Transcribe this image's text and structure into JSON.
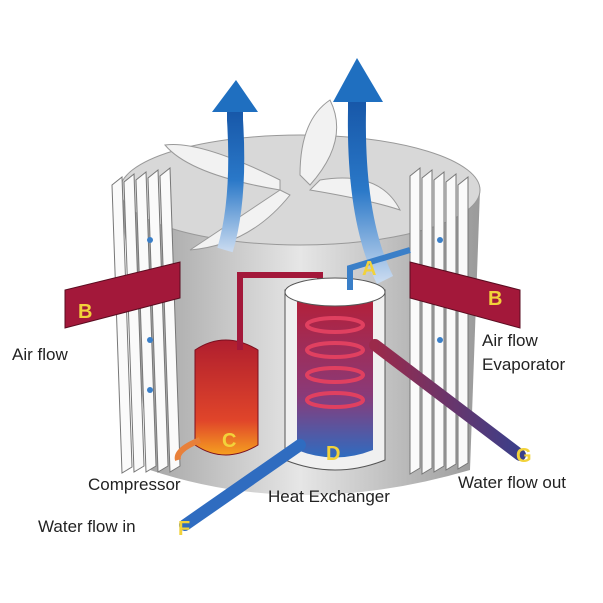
{
  "labels": {
    "air_flow_left": "Air flow",
    "air_flow_right": "Air flow",
    "evaporator": "Evaporator",
    "compressor": "Compressor",
    "heat_exchanger": "Heat Exchanger",
    "water_flow_out": "Water flow out",
    "water_flow_in": "Water flow in"
  },
  "markers": {
    "a": "A",
    "b_left": "B",
    "b_right": "B",
    "c": "C",
    "d": "D",
    "g": "G",
    "f": "F"
  },
  "colors": {
    "refrigerant_hot": "#a3183a",
    "air_blue": "#1f6fc0",
    "body_gray": "#cfcfcf",
    "marker": "#f2d23a"
  }
}
